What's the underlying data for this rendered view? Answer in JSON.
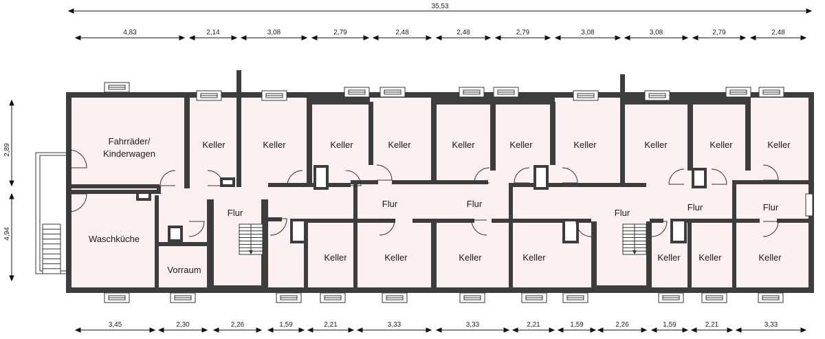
{
  "plan": {
    "total_width": "35,53",
    "top_dims": [
      "4,83",
      "2,14",
      "3,08",
      "2,79",
      "2,48",
      "2,48",
      "2,79",
      "3,08",
      "3,08",
      "2,79",
      "2,48"
    ],
    "bottom_dims": [
      "3,45",
      "2,30",
      "2,26",
      "1,59",
      "2,21",
      "3,33",
      "3,33",
      "2,21",
      "1,59",
      "2,26",
      "1,59",
      "2,21",
      "3,33"
    ],
    "left_dims": [
      "2,89",
      "4,94"
    ],
    "rooms": {
      "fahrrad_1": "Fahrräder/",
      "fahrrad_2": "Kinderwagen",
      "keller": "Keller",
      "flur": "Flur",
      "waschkueche": "Waschküche",
      "vorraum": "Vorraum"
    },
    "colors": {
      "wall": "#3d3d3d",
      "floor": "#fcf0f0",
      "dim_line": "#111111"
    }
  }
}
